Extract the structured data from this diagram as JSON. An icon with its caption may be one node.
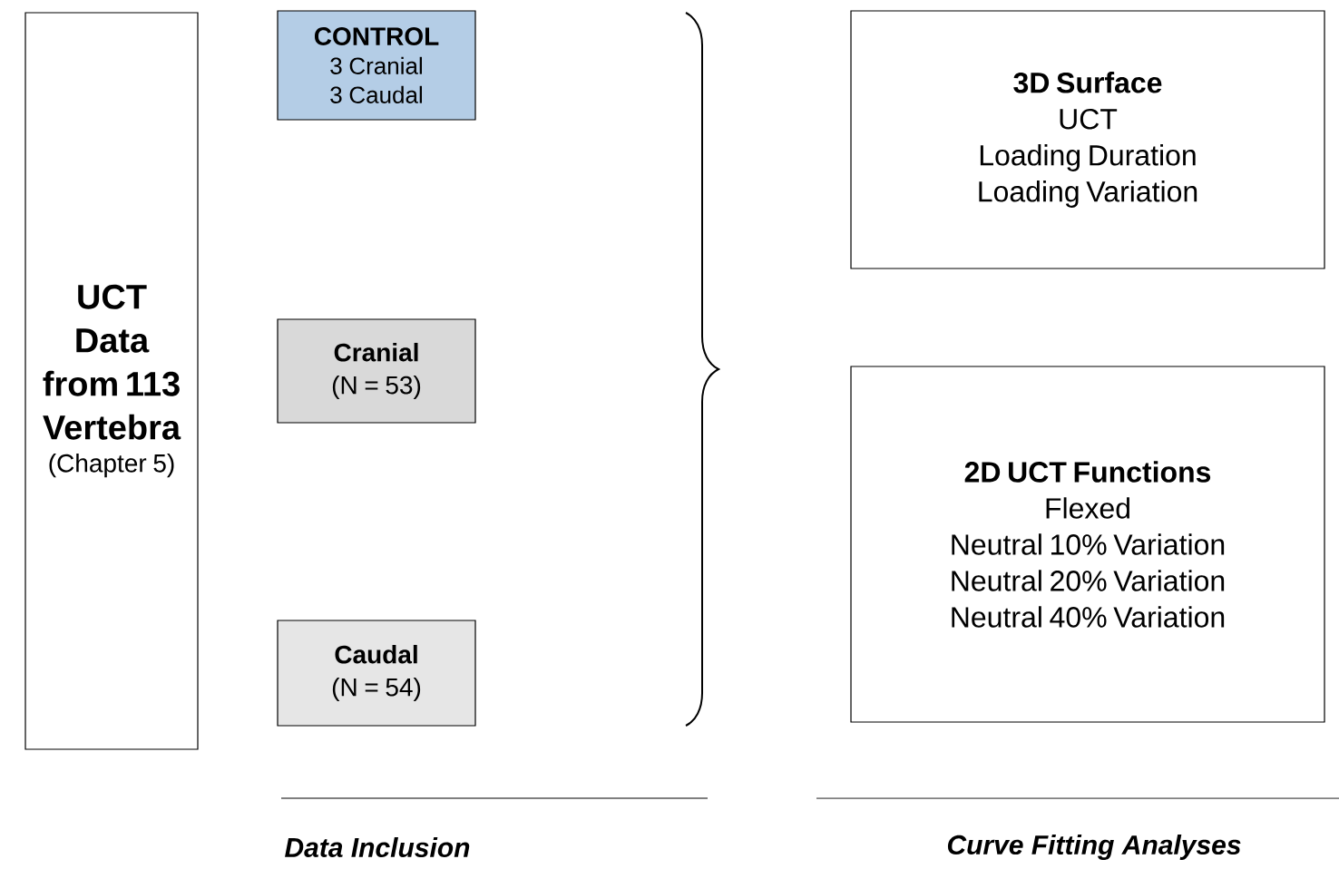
{
  "diagram": {
    "nodes": [
      {
        "text": [
          "UCT Data from 113 Vertebra",
          "(Chapter 5)"
        ]
      },
      {
        "text": [
          "CONTROL",
          "3 Cranial",
          "3 Caudal"
        ]
      },
      {
        "text": [
          "Cranial",
          "(N = 53)"
        ]
      },
      {
        "text": [
          "Caudal",
          "(N = 54)"
        ]
      },
      {
        "text": [
          "3D Surface",
          "UCT",
          "Loading Duration",
          "Loading Variation"
        ]
      },
      {
        "text": [
          "2D UCT Functions",
          "Flexed",
          "Neutral 10% Variation",
          "Neutral 20% Variation",
          "Neutral 40% Variation"
        ]
      }
    ],
    "labels": [
      "Data Inclusion",
      "Curve Fitting Analyses"
    ]
  }
}
